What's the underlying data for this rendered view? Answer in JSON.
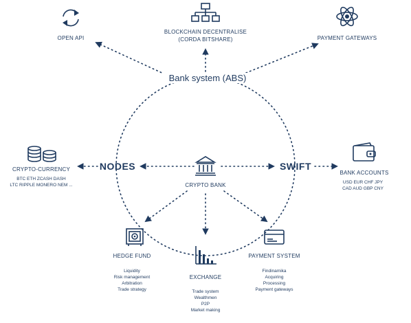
{
  "center": {
    "title": "CRYPTO BANK",
    "icon": "bank-icon"
  },
  "ring": {
    "label": "Bank  system (ABS)"
  },
  "nodes_label": "NODES",
  "swift_label": "SWIFT",
  "open_api": {
    "title": "OPEN  API",
    "icon": "sync-icon"
  },
  "blockchain": {
    "title_line1": "BLOCKCHAIN DECENTRALISE",
    "title_line2": "(CORDA BITSHARE)",
    "icon": "network-icon"
  },
  "payment_gateways": {
    "title": "PAYMENT GATEWAYS",
    "icon": "atom-icon"
  },
  "crypto_currency": {
    "title": "CRYPTO-CURRENCY",
    "line1": "BTC ETH  ZCASH DASH",
    "line2": "LTC RIPPLE MONERO NEM ...",
    "icon": "coins-icon"
  },
  "bank_accounts": {
    "title": "BANK ACCOUNTS",
    "line1": "USD    EUR   CHF   JPY",
    "line2": "CAD   AUD   GBP   CNY",
    "icon": "wallet-icon"
  },
  "hedge_fund": {
    "title": "HEDGE FUND",
    "items": [
      "Liquidity",
      "Risk management",
      "Arbitration",
      "Trade strategy"
    ],
    "icon": "safe-icon"
  },
  "exchange": {
    "title": "EXCHANGE",
    "items": [
      "Trade system",
      "Wealthmen",
      "P2P",
      "Market making"
    ],
    "icon": "bar-chart-icon"
  },
  "payment_system": {
    "title": "PAYMENT SYSTEM",
    "items": [
      "Findinamika",
      "Acquiring",
      "Processing",
      "Payment gateways"
    ],
    "icon": "card-icon"
  },
  "colors": {
    "primary": "#1f3a5f",
    "background": "#ffffff"
  }
}
